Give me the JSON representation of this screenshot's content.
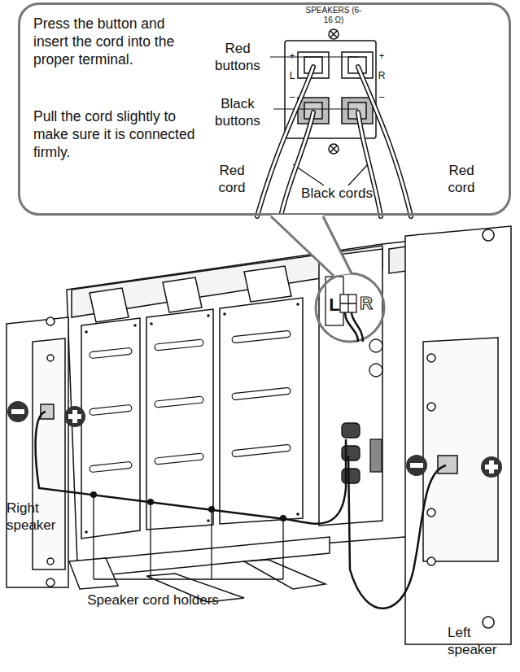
{
  "diagram": {
    "nodes": [
      {
        "text": [
          "Press the button and insert the cord into the proper terminal.",
          "Pull the cord slightly to make sure it is connected firmly."
        ]
      }
    ],
    "labels": [
      "SPEAKERS (6-16 Ω)",
      "Red buttons",
      "+",
      "L",
      "–",
      "+",
      "R",
      "–",
      "Black buttons",
      "Red cord",
      "Black cords",
      "Red cord",
      "L",
      "R",
      "Right speaker",
      "Speaker cord holders",
      "Left speaker"
    ]
  }
}
